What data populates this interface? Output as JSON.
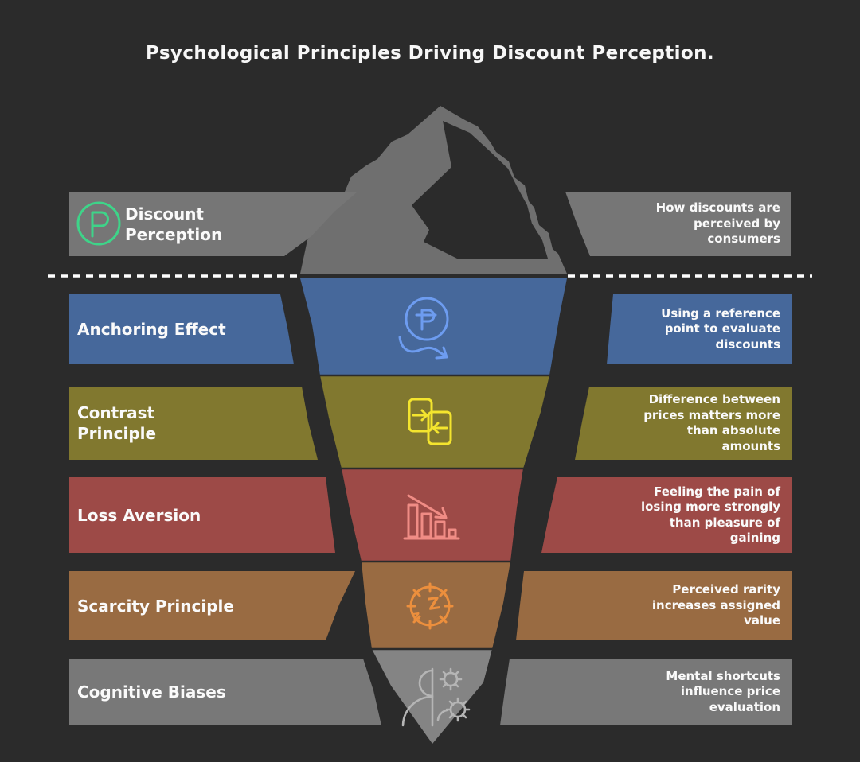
{
  "title": "Psychological Principles Driving Discount Perception.",
  "background_color": "#2b2b2b",
  "waterline_color": "#ffffff",
  "text_color": "#fafafa",
  "iceberg": {
    "above_water_color": "#6f6f6f",
    "underwater_tip_color": "#848484"
  },
  "rows": [
    {
      "label": "Discount Perception",
      "description": "How discounts are perceived by consumers",
      "color": "#767676",
      "icon": "peso-circle-icon",
      "icon_letter": "P",
      "icon_color": "#3ed489"
    },
    {
      "label": "Anchoring Effect",
      "description": "Using a reference point to evaluate discounts",
      "color": "#46689b",
      "icon": "price-reference-arrow-icon",
      "icon_letter": "P",
      "icon_color": "#6d9cf0"
    },
    {
      "label": "Contrast Principle",
      "description": "Difference between prices matters more than absolute amounts",
      "color": "#81782f",
      "icon": "compare-arrows-icon",
      "icon_color": "#f4e52e"
    },
    {
      "label": "Loss Aversion",
      "description": "Feeling the pain of losing more strongly than pleasure of gaining",
      "color": "#9d4a47",
      "icon": "declining-bar-chart-icon",
      "icon_color": "#f08c85"
    },
    {
      "label": "Scarcity Principle",
      "description": "Perceived rarity increases assigned value",
      "color": "#996b42",
      "icon": "countdown-clock-icon",
      "icon_letters": [
        "z",
        "Z"
      ],
      "icon_color": "#ec8f3d"
    },
    {
      "label": "Cognitive Biases",
      "description": "Mental shortcuts influence price evaluation",
      "color": "#787878",
      "icon": "head-with-gears-icon",
      "icon_color": "#b5b5b5"
    }
  ]
}
